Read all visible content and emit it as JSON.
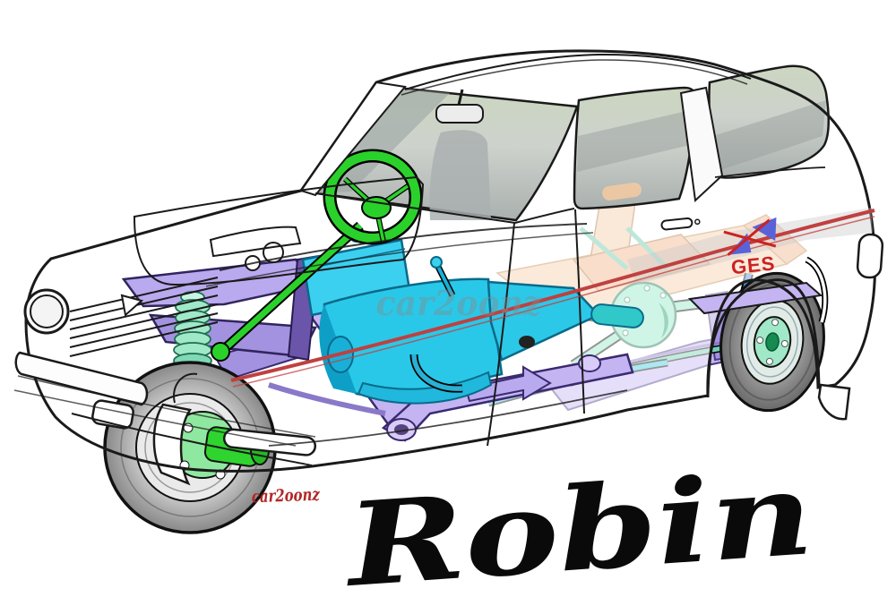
{
  "artwork": {
    "logo_text": "Robin",
    "watermark_text": "car2oonz",
    "signature_text": "car2oonz",
    "badge_text": "GES"
  },
  "colors": {
    "outline": "#1a1a1a",
    "body_white": "#ffffff",
    "glass_green": "#ccd6c0",
    "glass_gray": "#9aa09e",
    "chassis_purple_light": "#c4b4f2",
    "chassis_purple_mid": "#b9a9ee",
    "chassis_purple_dark": "#6a55aa",
    "engine_cyan": "#29c8e8",
    "engine_cyan_dark": "#0e9fc6",
    "engine_cyan_deep": "#0a6a8a",
    "steering_green": "#2bd12b",
    "hub_green": "#2fd42f",
    "hub_green_pale": "#8fe89f",
    "spring_mint": "#9fe8c8",
    "axle_mint": "#8ce8c4",
    "axle_mint_dark": "#1e6e4e",
    "seat_tan": "#f2c9a2",
    "floor_orange": "#f0b083",
    "stripe_red": "#c04040",
    "badge_blue": "#5a62d8",
    "badge_red": "#cc2222",
    "tire_gray": "#9a9a9a",
    "shock_blue": "#4888d8",
    "watermark_gray": "#8a8a8a",
    "signature_red": "#b22828",
    "logo_black": "#0a0a0a"
  }
}
